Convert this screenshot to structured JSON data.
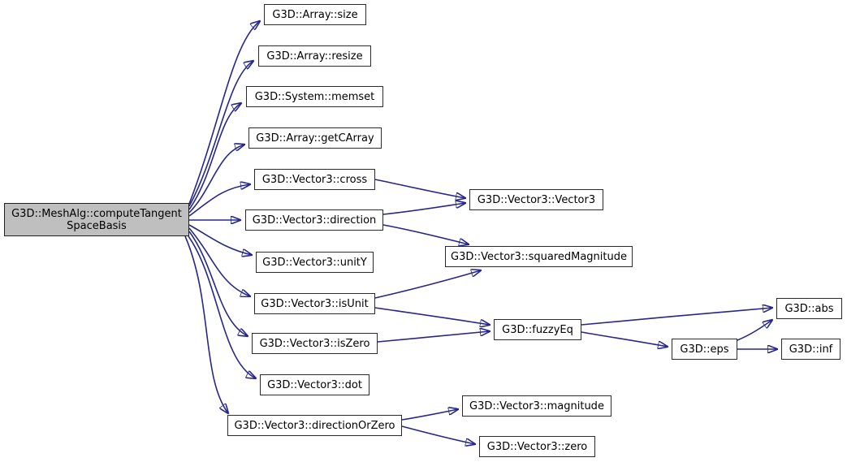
{
  "diagram": {
    "type": "call-graph",
    "background_color": "#ffffff",
    "edge_color": "#26268c",
    "node_border_color": "#2b2b2b",
    "node_fill_color": "#ffffff",
    "root_fill_color": "#bfbfbf",
    "text_color": "#000000"
  },
  "nodes": {
    "root": {
      "label": "G3D::MeshAlg::computeTangent\nSpaceBasis"
    },
    "array_size": {
      "label": "G3D::Array::size"
    },
    "array_resize": {
      "label": "G3D::Array::resize"
    },
    "system_memset": {
      "label": "G3D::System::memset"
    },
    "array_getcarray": {
      "label": "G3D::Array::getCArray"
    },
    "cross": {
      "label": "G3D::Vector3::cross"
    },
    "direction": {
      "label": "G3D::Vector3::direction"
    },
    "unity": {
      "label": "G3D::Vector3::unitY"
    },
    "isunit": {
      "label": "G3D::Vector3::isUnit"
    },
    "iszero": {
      "label": "G3D::Vector3::isZero"
    },
    "dot": {
      "label": "G3D::Vector3::dot"
    },
    "directionorzero": {
      "label": "G3D::Vector3::directionOrZero"
    },
    "vector3": {
      "label": "G3D::Vector3::Vector3"
    },
    "squaredmagnitude": {
      "label": "G3D::Vector3::squaredMagnitude"
    },
    "fuzzyeq": {
      "label": "G3D::fuzzyEq"
    },
    "abs": {
      "label": "G3D::abs"
    },
    "eps": {
      "label": "G3D::eps"
    },
    "inf": {
      "label": "G3D::inf"
    },
    "magnitude": {
      "label": "G3D::Vector3::magnitude"
    },
    "zero": {
      "label": "G3D::Vector3::zero"
    }
  },
  "edges": [
    {
      "from": "root",
      "to": "array_size"
    },
    {
      "from": "root",
      "to": "array_resize"
    },
    {
      "from": "root",
      "to": "system_memset"
    },
    {
      "from": "root",
      "to": "array_getcarray"
    },
    {
      "from": "root",
      "to": "cross"
    },
    {
      "from": "root",
      "to": "direction"
    },
    {
      "from": "root",
      "to": "unity"
    },
    {
      "from": "root",
      "to": "isunit"
    },
    {
      "from": "root",
      "to": "iszero"
    },
    {
      "from": "root",
      "to": "dot"
    },
    {
      "from": "root",
      "to": "directionorzero"
    },
    {
      "from": "cross",
      "to": "vector3"
    },
    {
      "from": "direction",
      "to": "vector3"
    },
    {
      "from": "direction",
      "to": "squaredmagnitude"
    },
    {
      "from": "isunit",
      "to": "squaredmagnitude"
    },
    {
      "from": "isunit",
      "to": "fuzzyeq"
    },
    {
      "from": "iszero",
      "to": "fuzzyeq"
    },
    {
      "from": "fuzzyeq",
      "to": "abs"
    },
    {
      "from": "fuzzyeq",
      "to": "eps"
    },
    {
      "from": "eps",
      "to": "abs"
    },
    {
      "from": "eps",
      "to": "inf"
    },
    {
      "from": "directionorzero",
      "to": "magnitude"
    },
    {
      "from": "directionorzero",
      "to": "zero"
    }
  ]
}
